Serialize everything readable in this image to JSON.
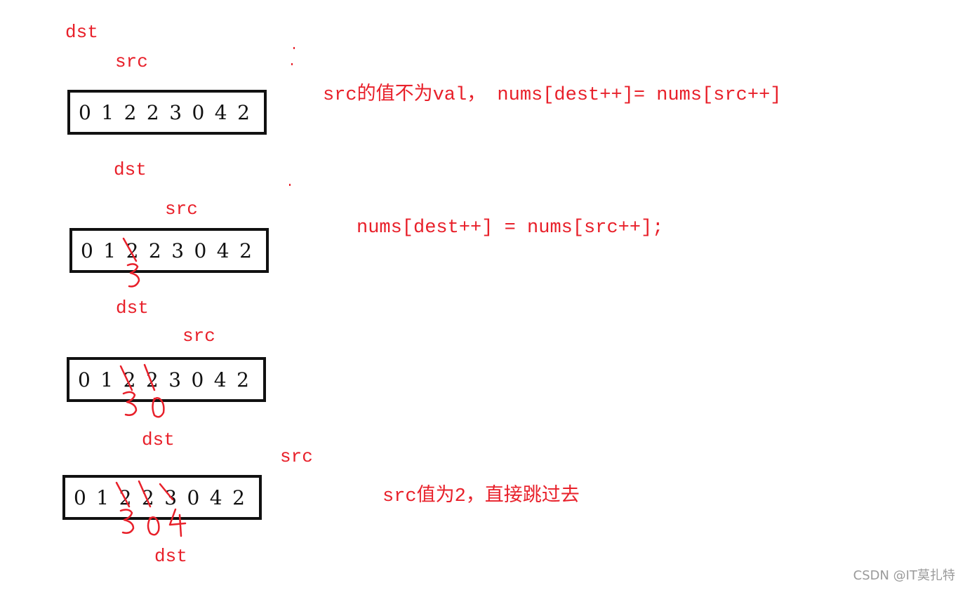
{
  "labels": {
    "dst": "dst",
    "src": "src"
  },
  "array": {
    "values": [
      "0",
      "1",
      "2",
      "2",
      "3",
      "0",
      "4",
      "2"
    ]
  },
  "notes": {
    "step1": "src的值不为val， nums[dest++]= nums[src++]",
    "step2": "nums[dest++] = nums[src++];",
    "step4": "src值为2，直接跳过去"
  },
  "handwritten": {
    "step2": [
      "3"
    ],
    "step3": [
      "3",
      "0"
    ],
    "step4": [
      "3",
      "0",
      "4"
    ]
  },
  "watermark": "CSDN @IT莫扎特",
  "colors": {
    "annotation": "#e8202a",
    "box": "#111111",
    "watermark": "#9a9a9a"
  }
}
